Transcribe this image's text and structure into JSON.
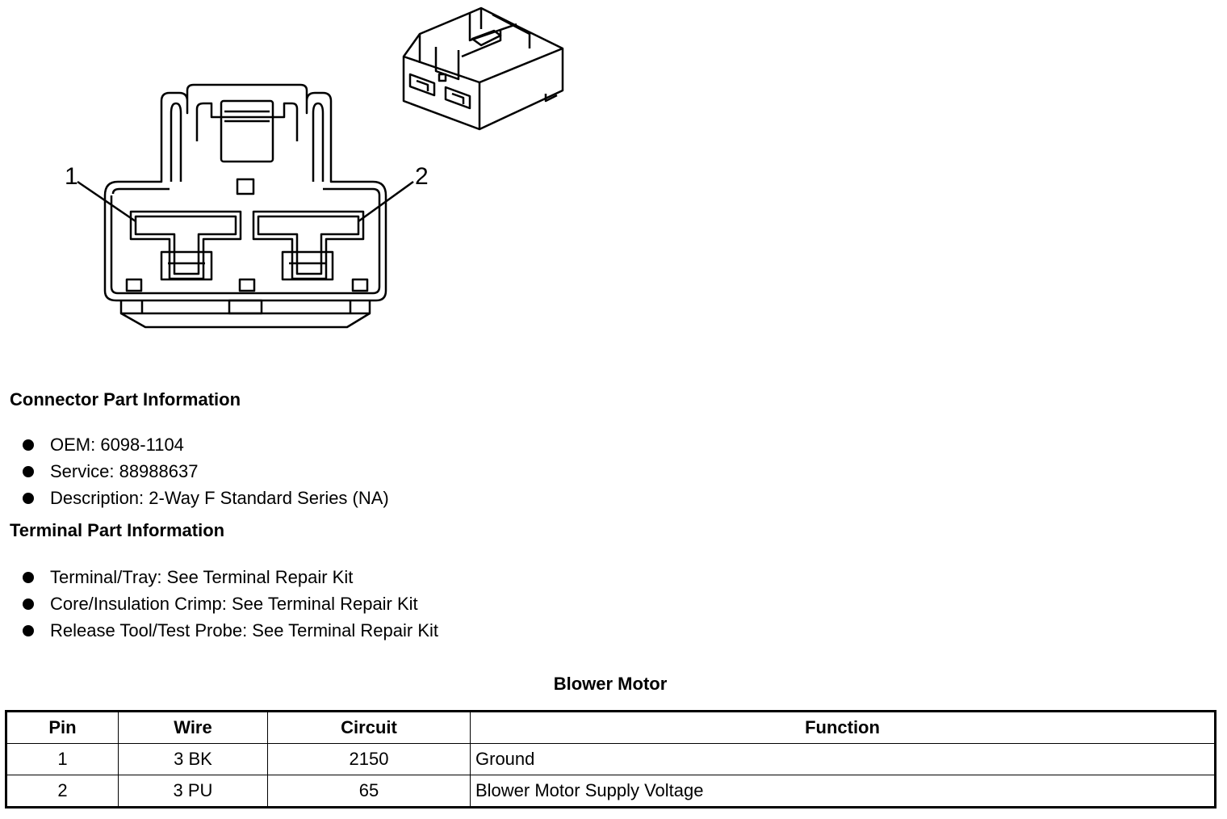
{
  "diagram": {
    "pin_labels": [
      "1",
      "2"
    ]
  },
  "connector_section": {
    "heading": "Connector Part Information",
    "items": [
      "OEM: 6098-1104",
      "Service: 88988637",
      "Description: 2-Way F Standard Series (NA)"
    ]
  },
  "terminal_section": {
    "heading": "Terminal Part Information",
    "items": [
      "Terminal/Tray: See Terminal Repair Kit",
      "Core/Insulation Crimp: See Terminal Repair Kit",
      "Release Tool/Test Probe: See Terminal Repair Kit"
    ]
  },
  "table": {
    "title": "Blower Motor",
    "headers": [
      "Pin",
      "Wire",
      "Circuit",
      "Function"
    ],
    "rows": [
      [
        "1",
        "3 BK",
        "2150",
        "Ground"
      ],
      [
        "2",
        "3 PU",
        "65",
        "Blower Motor Supply Voltage"
      ]
    ]
  }
}
